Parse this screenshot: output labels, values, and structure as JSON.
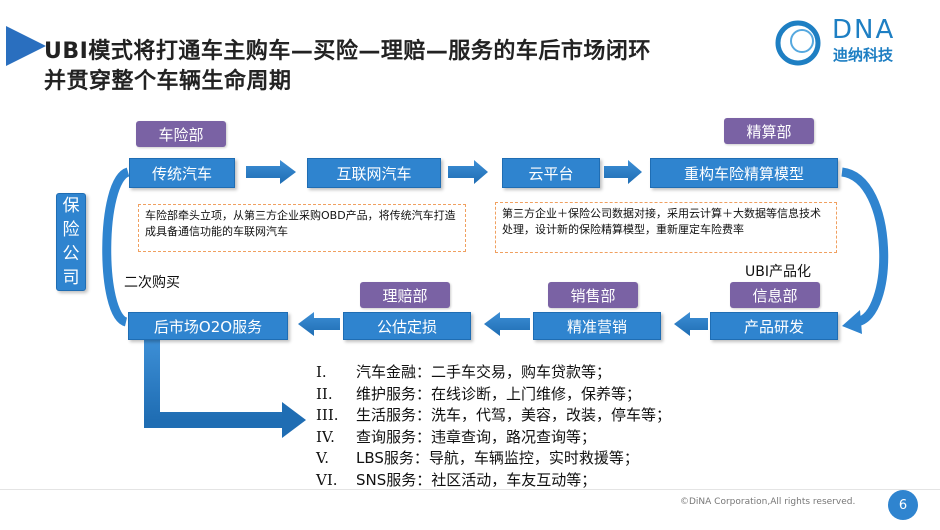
{
  "title": {
    "line1": "UBI模式将打通车主购车—买险—理赔—服务的车后市场闭环",
    "line2": "并贯穿整个车辆生命周期"
  },
  "logo": {
    "brand": "DNA",
    "name": "迪纳科技"
  },
  "side_box": "保险公司",
  "top_row": {
    "dept1": "车险部",
    "dept2": "精算部",
    "steps": [
      "传统汽车",
      "互联网汽车",
      "云平台",
      "重构车险精算模型"
    ]
  },
  "notes": {
    "left": "车险部牵头立项，从第三方企业采购OBD产品，将传统汽车打造成具备通信功能的车联网汽车",
    "right": "第三方企业＋保险公司数据对接，采用云计算＋大数据等信息技术处理，设计新的保险精算模型，重新厘定车险费率"
  },
  "labels": {
    "second_purchase": "二次购买",
    "ubi_product": "UBI产品化"
  },
  "bottom_row": {
    "depts": [
      "理赔部",
      "销售部",
      "信息部"
    ],
    "steps": [
      "后市场O2O服务",
      "公估定损",
      "精准营销",
      "产品研发"
    ]
  },
  "services": [
    {
      "num": "I.",
      "text": "汽车金融：二手车交易，购车贷款等；"
    },
    {
      "num": "II.",
      "text": "维护服务：在线诊断，上门维修，保养等；"
    },
    {
      "num": "III.",
      "text": "生活服务：洗车，代驾，美容，改装，停车等；"
    },
    {
      "num": "IV.",
      "text": "查询服务：违章查询，路况查询等；"
    },
    {
      "num": "V.",
      "text": "LBS服务：导航，车辆监控，实时救援等；"
    },
    {
      "num": "VI.",
      "text": "SNS服务：社区活动，车友互动等；"
    }
  ],
  "footer": {
    "copyright": "©DiNA Corporation,All rights reserved.",
    "page": "6"
  },
  "colors": {
    "blue": "#2f84cf",
    "purple": "#7a62a4",
    "note_border": "#f0a060"
  }
}
